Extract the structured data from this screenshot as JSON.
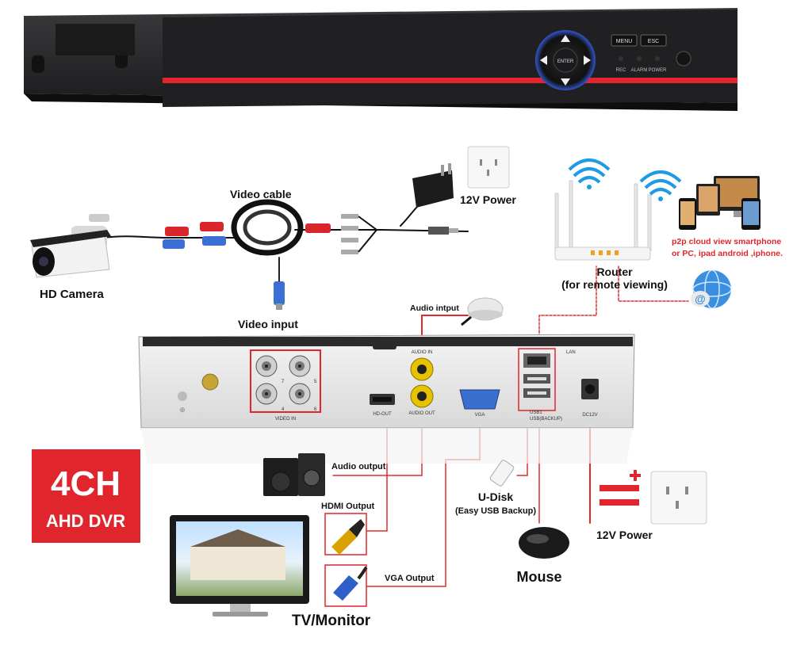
{
  "dvr_front": {
    "enter": "ENTER",
    "menu": "MENU",
    "esc": "ESC",
    "led_rec": "REC",
    "led_alarm": "ALARM",
    "led_power": "POWER"
  },
  "labels": {
    "hd_camera": "HD Camera",
    "video_cable": "Video cable",
    "video_input": "Video input",
    "power_top": "12V Power",
    "router": "Router",
    "router_sub": "(for remote viewing)",
    "p2p_line1": "p2p cloud  view smartphone",
    "p2p_line2": "or PC, ipad android ,iphone.",
    "audio_input": "Audio intput",
    "audio_output": "Audio output",
    "hdmi_output": "HDMI Output",
    "vga_output": "VGA Output",
    "udisk": "U-Disk",
    "udisk_sub": "(Easy USB Backup)",
    "mouse": "Mouse",
    "power_bottom": "12V Power",
    "tv_monitor": "TV/Monitor"
  },
  "badge": {
    "line1": "4CH",
    "line2": "AHD DVR",
    "color": "#e0262c"
  },
  "dvr_back": {
    "video_in": "VIDEO IN",
    "audio_in": "AUDIO IN",
    "audio_out": "AUDIO OUT",
    "hd_out": "HD-OUT",
    "vga": "VGA",
    "lan": "LAN",
    "usb1": "USB1",
    "usb_backup": "USB(BACKUP)",
    "dc12v": "DC12V",
    "ch_nums": [
      "7",
      "5",
      "4",
      "6"
    ]
  },
  "colors": {
    "accent_red": "#e0262c",
    "line_red": "#e32a2a"
  }
}
